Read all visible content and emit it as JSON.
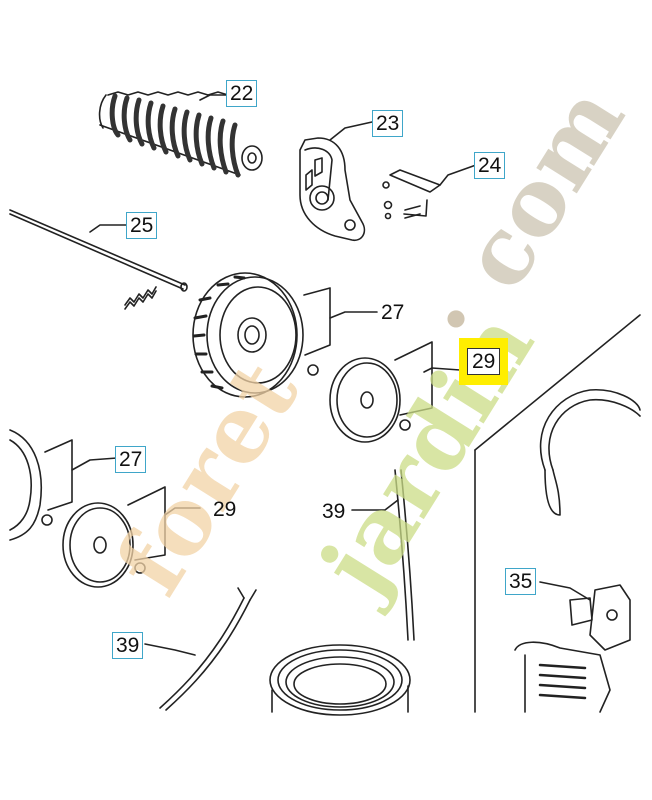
{
  "callouts": {
    "c22": "22",
    "c23": "23",
    "c24": "24",
    "c25": "25",
    "c27a": "27",
    "c29a": "29",
    "c27b": "27",
    "c29b": "29",
    "c39a": "39",
    "c39b": "39",
    "c35": "35"
  },
  "watermark": {
    "left": "foret",
    "right": "jardin",
    "dot": ".",
    "tld": "com"
  },
  "colors": {
    "callout_border": "#3fa6c9",
    "highlight": "#ffee00",
    "watermark_green": "#c8dc78",
    "watermark_orange": "#f7c58a",
    "watermark_grey": "#cfc8b6",
    "line_art": "#222222"
  }
}
